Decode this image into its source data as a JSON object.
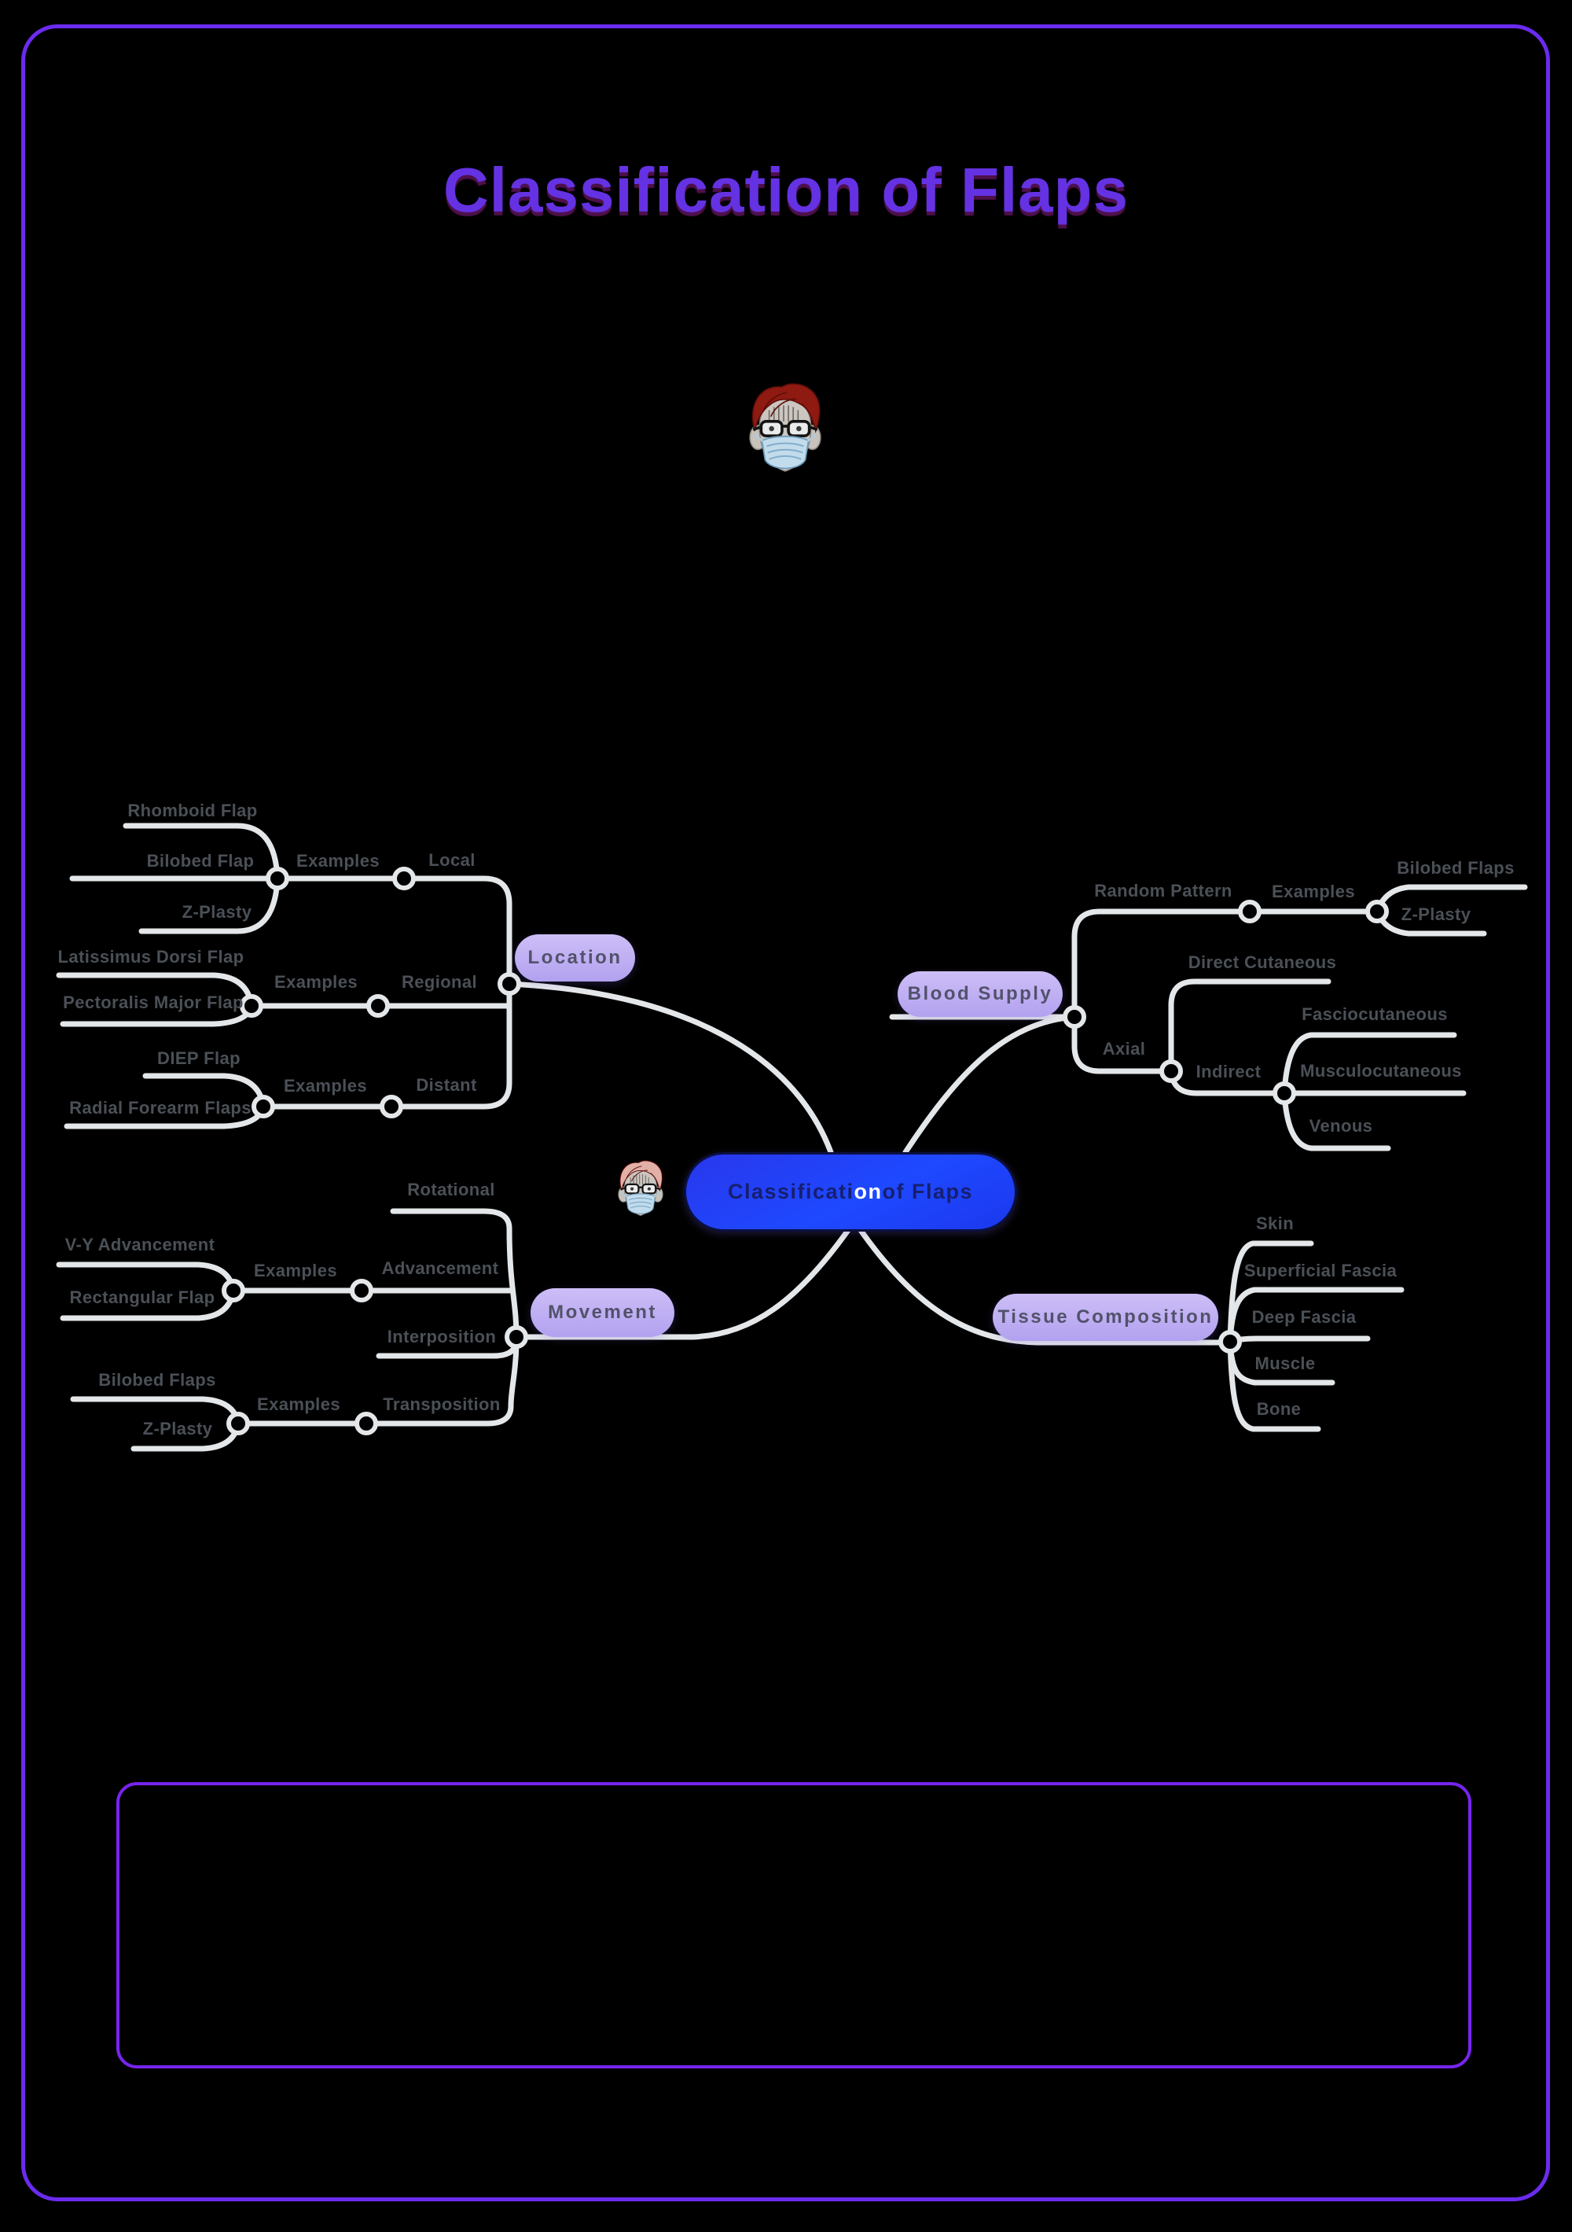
{
  "title": {
    "text": "Classification of Flaps"
  },
  "central": {
    "prefix": "Classificati",
    "highlight": "on",
    "suffix": " of Flaps",
    "full_label": "Classification of Flaps"
  },
  "branches": {
    "location": {
      "node": "Location"
    },
    "blood_supply": {
      "node": "Blood Supply"
    },
    "movement": {
      "node": "Movement"
    },
    "tissue_composition": {
      "node": "Tissue Composition"
    }
  },
  "labels": {
    "rhomboid": "Rhomboid Flap",
    "bilobed_local": "Bilobed Flap",
    "zplasty_local": "Z-Plasty",
    "examples_local": "Examples",
    "local": "Local",
    "latissimus": "Latissimus Dorsi Flap",
    "pectoralis": "Pectoralis Major Flap",
    "examples_regional": "Examples",
    "regional": "Regional",
    "diep": "DIEP Flap",
    "radial": "Radial Forearm Flaps",
    "examples_distant": "Examples",
    "distant": "Distant",
    "random_pattern": "Random Pattern",
    "examples_random": "Examples",
    "bilobed_bs": "Bilobed Flaps",
    "zplasty_bs": "Z-Plasty",
    "axial": "Axial",
    "direct_cutaneous": "Direct Cutaneous",
    "indirect": "Indirect",
    "fasciocutaneous": "Fasciocutaneous",
    "musculocutaneous": "Musculocutaneous",
    "venous": "Venous",
    "rotational": "Rotational",
    "vy_advancement": "V-Y Advancement",
    "rectangular": "Rectangular Flap",
    "examples_advancement": "Examples",
    "advancement": "Advancement",
    "interposition": "Interposition",
    "bilobed_movement": "Bilobed Flaps",
    "zplasty_movement": "Z-Plasty",
    "examples_transposition": "Examples",
    "transposition": "Transposition",
    "skin": "Skin",
    "superficial_fascia": "Superficial Fascia",
    "deep_fascia": "Deep Fascia",
    "muscle": "Muscle",
    "bone": "Bone"
  },
  "icons": {
    "avatar": "surgeon-avatar-icon"
  },
  "colors": {
    "page_border": "#6B2BEF",
    "title_text": "#6432E2",
    "node_fill": "#BFAEF2",
    "central_fill": "#1E3BF0",
    "connector": "#E4E7E9",
    "label_text": "#4B5057",
    "notes_border": "#7724EE",
    "hair_dark": "#8E1A12",
    "hair_light": "#E3B0A8",
    "mask": "#C2DCEC"
  }
}
